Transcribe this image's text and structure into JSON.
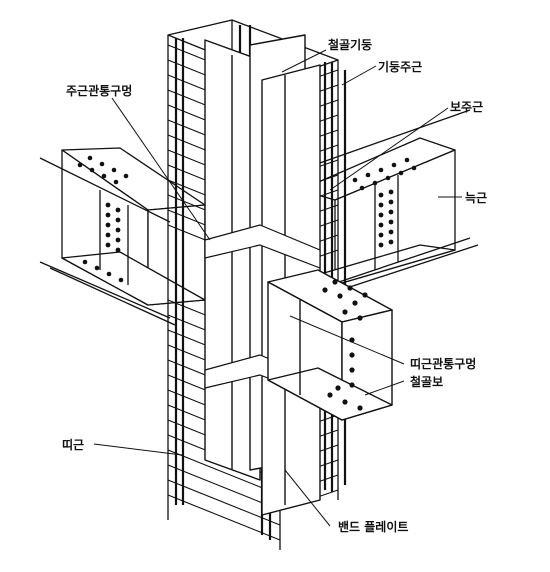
{
  "labels": {
    "steel_column": "철골기둥",
    "column_main_rebar": "기둥주근",
    "main_rebar_hole": "주근관통구멍",
    "beam_main_rebar": "보주근",
    "web_rebar": "늑근",
    "hoop_hole": "띠근관통구멍",
    "steel_beam": "철골보",
    "hoop": "띠근",
    "band_plate": "밴드 플레이트"
  },
  "colors": {
    "ink": "#111111",
    "paper": "#ffffff"
  }
}
